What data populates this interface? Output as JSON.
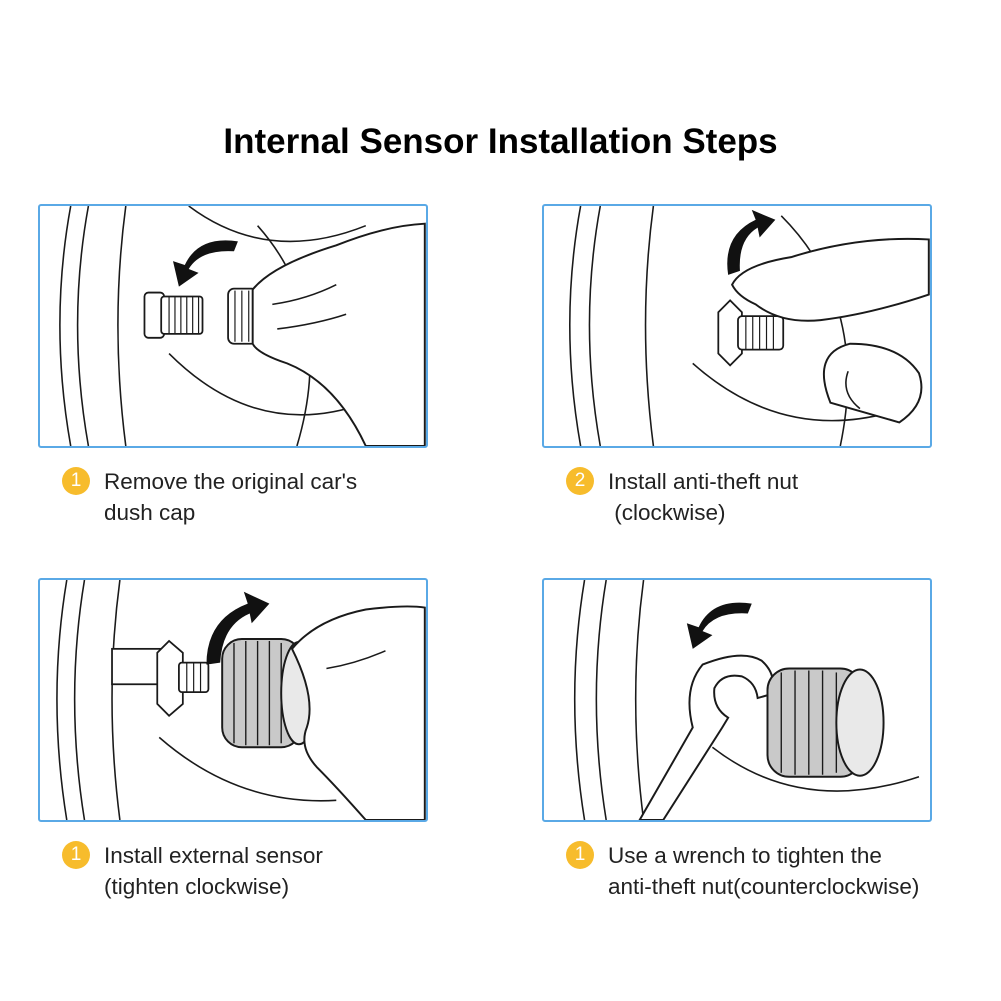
{
  "title": "Internal Sensor Installation Steps",
  "colors": {
    "panel_border": "#5aa9e6",
    "badge": "#f7bc2c",
    "line_art": "#1a1a1a",
    "sensor_body": "#c9c9c9"
  },
  "steps": [
    {
      "number": "1",
      "lines": [
        "Remove the original car's",
        "dush cap"
      ],
      "illustration": "hand-removing-valve-cap"
    },
    {
      "number": "2",
      "lines": [
        "Install anti-theft nut",
        " (clockwise)"
      ],
      "illustration": "hand-installing-anti-theft-nut"
    },
    {
      "number": "1",
      "lines": [
        "Install external sensor",
        "(tighten clockwise)"
      ],
      "illustration": "hand-installing-sensor"
    },
    {
      "number": "1",
      "lines": [
        "Use a wrench to tighten the",
        "anti-theft nut(counterclockwise)"
      ],
      "illustration": "wrench-tightening-nut"
    }
  ]
}
